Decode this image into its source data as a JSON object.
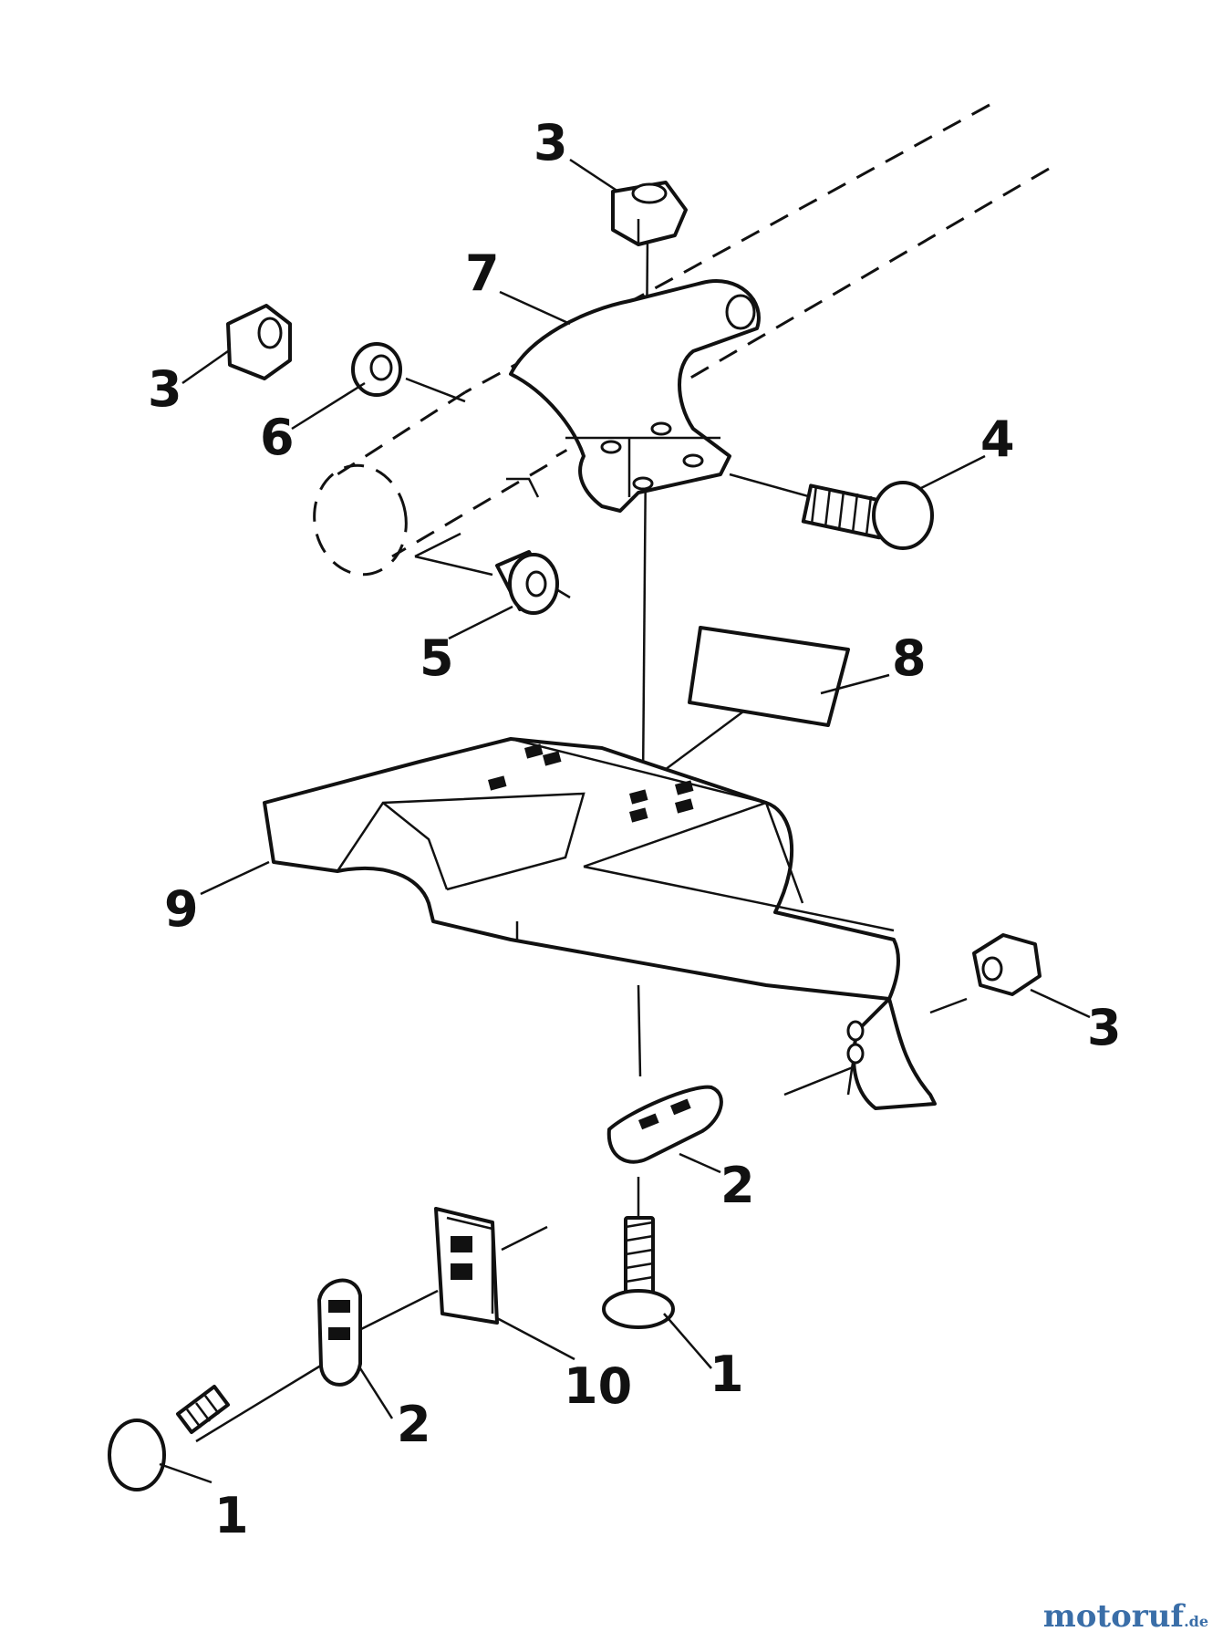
{
  "callouts": {
    "c1a": "1",
    "c1b": "1",
    "c2a": "2",
    "c2b": "2",
    "c3a": "3",
    "c3b": "3",
    "c3c": "3",
    "c4": "4",
    "c5": "5",
    "c6": "6",
    "c7": "7",
    "c8": "8",
    "c9": "9",
    "c10": "10"
  },
  "watermark": {
    "brand": "motoruf",
    "tld": ".de"
  },
  "colors": {
    "line": "#111111",
    "background": "#ffffff",
    "watermark": "#3a6ea8"
  }
}
